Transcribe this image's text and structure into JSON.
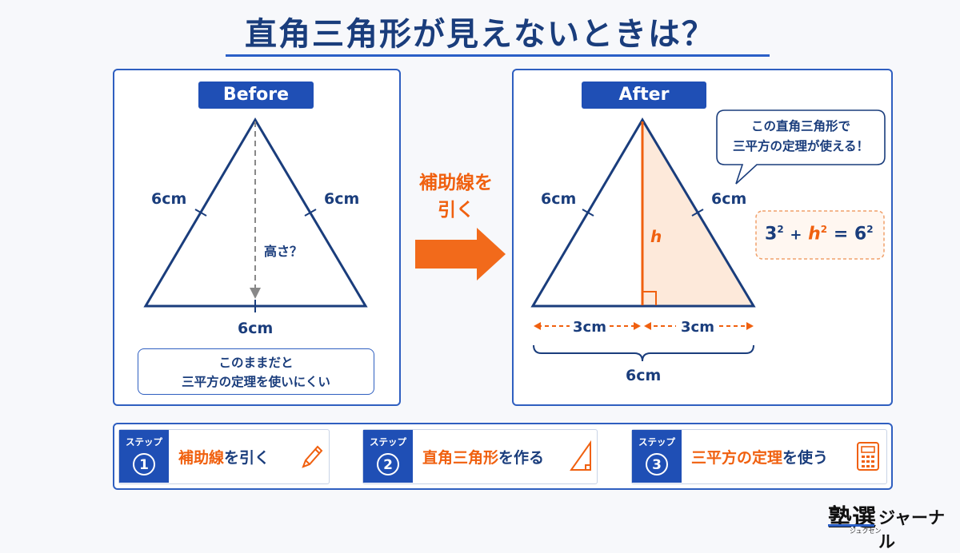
{
  "title": "直角三角形が見えないときは？",
  "before": {
    "label": "Before",
    "side_left": "6cm",
    "side_right": "6cm",
    "base": "6cm",
    "height_question": "高さ？",
    "note_line1": "このままだと",
    "note_line2": "三平方の定理を使いにくい"
  },
  "middle": {
    "line1": "補助線を",
    "line2": "引く"
  },
  "after": {
    "label": "After",
    "side_left": "6cm",
    "side_right": "6cm",
    "height_label": "h",
    "half_left": "3cm",
    "half_right": "3cm",
    "base_total": "6cm",
    "bubble_line1": "この直角三角形で",
    "bubble_line2": "三平方の定理が使える！",
    "equation_a": "3",
    "equation_b": "h",
    "equation_c": "6",
    "equation_exp": "2",
    "equation_plus": "+",
    "equation_eq": "="
  },
  "steps": [
    {
      "tag": "ステップ",
      "number": "1",
      "highlight": "補助線",
      "rest": "を引く",
      "icon": "pencil-icon"
    },
    {
      "tag": "ステップ",
      "number": "2",
      "highlight": "直角三角形",
      "rest": "を作る",
      "icon": "set-square-icon"
    },
    {
      "tag": "ステップ",
      "number": "3",
      "highlight": "三平方の定理",
      "rest": "を使う",
      "icon": "calculator-icon"
    }
  ],
  "logo": {
    "main": "塾選",
    "side": "ジャーナル",
    "sub": "ジュクセン"
  },
  "colors": {
    "navy": "#1a3d7c",
    "blue": "#1f4fb5",
    "orange": "#f0600f",
    "peach": "#fde9da"
  }
}
